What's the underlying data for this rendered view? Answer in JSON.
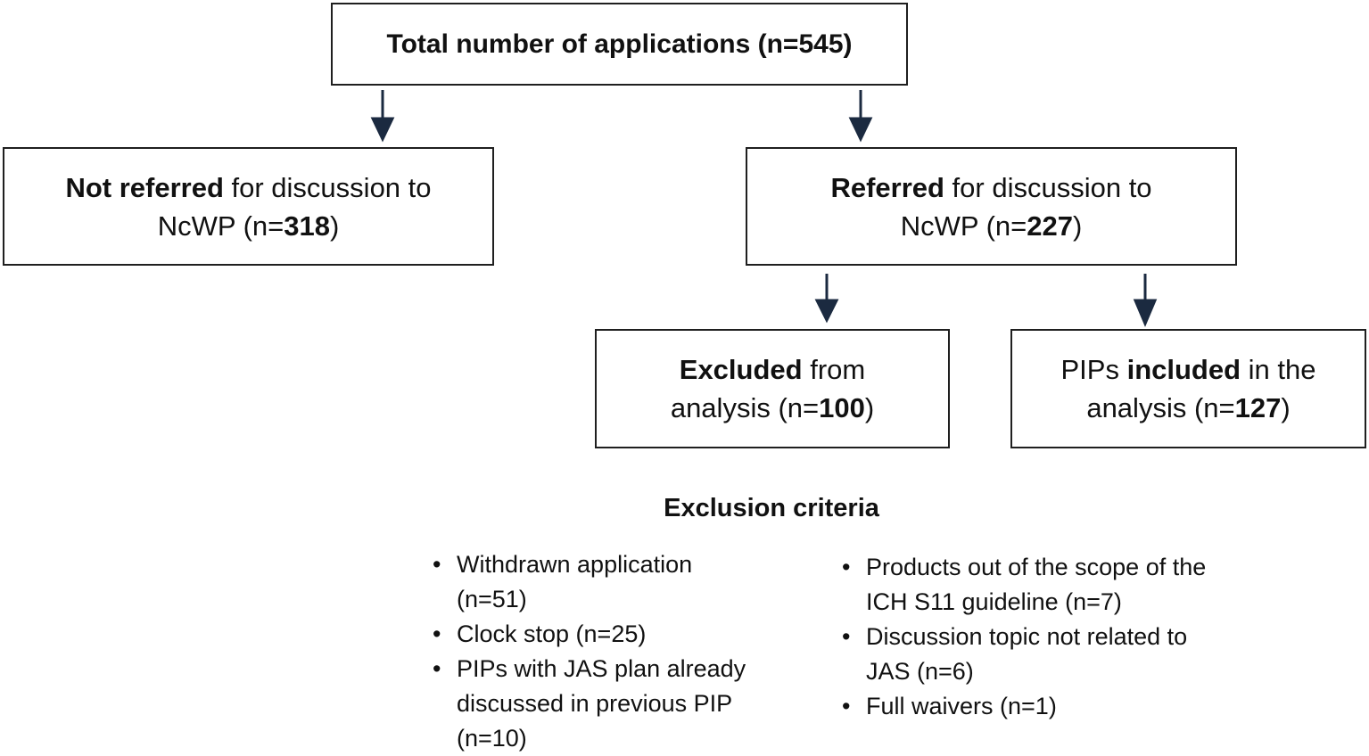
{
  "nodes": {
    "total": {
      "text": "Total number of applications (n=545)"
    },
    "not_referred": {
      "bold": "Not referred",
      "line1_rest": " for discussion to",
      "line2_pre": "NcWP (n=",
      "count": "318",
      "line2_post": ")"
    },
    "referred": {
      "bold": "Referred",
      "line1_rest": " for discussion to",
      "line2_pre": "NcWP (n=",
      "count": "227",
      "line2_post": ")"
    },
    "excluded": {
      "bold": "Excluded",
      "line1_rest": " from",
      "line2_pre": "analysis (n=",
      "count": "100",
      "line2_post": ")"
    },
    "included": {
      "line1_pre": "PIPs ",
      "bold": "included",
      "line1_rest": " in the",
      "line2_pre": "analysis (n=",
      "count": "127",
      "line2_post": ")"
    }
  },
  "exclusion": {
    "title": "Exclusion criteria",
    "left": [
      {
        "l1": "Withdrawn application",
        "l2": "(n=51)"
      },
      {
        "l1": "Clock stop (n=25)"
      },
      {
        "l1": "PIPs with JAS plan already",
        "l2": "discussed in previous PIP",
        "l3": "(n=10)"
      }
    ],
    "right": [
      {
        "l1": "Products out of the scope of the",
        "l2": "ICH S11 guideline (n=7)"
      },
      {
        "l1": "Discussion topic not related to",
        "l2": "JAS (n=6)"
      },
      {
        "l1": "Full waivers (n=1)"
      }
    ]
  },
  "colors": {
    "arrow": "#1b2a40",
    "border": "#1f1f1f"
  }
}
